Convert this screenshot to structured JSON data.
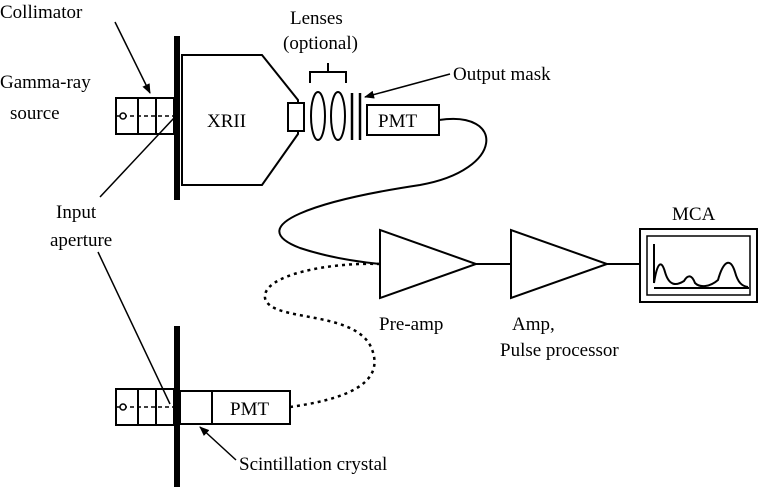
{
  "labels": {
    "collimator": "Collimator",
    "gamma_source_line1": "Gamma-ray",
    "gamma_source_line2": "source",
    "xrii": "XRII",
    "lenses_line1": "Lenses",
    "lenses_line2": "(optional)",
    "output_mask": "Output mask",
    "pmt_top": "PMT",
    "input_aperture_line1": "Input",
    "input_aperture_line2": "aperture",
    "mca": "MCA",
    "pre_amp": "Pre-amp",
    "amp_line1": "Amp,",
    "amp_line2": "Pulse processor",
    "pmt_bottom": "PMT",
    "scintillation_crystal": "Scintillation crystal"
  }
}
